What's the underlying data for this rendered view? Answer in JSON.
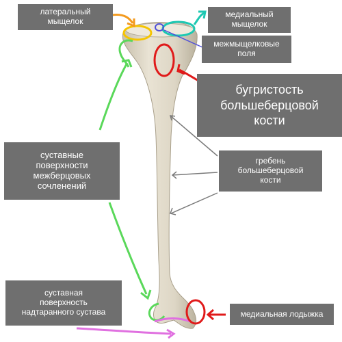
{
  "labels": {
    "lateral_condyle": "латеральный\nмыщелок",
    "medial_condyle": "медиальный\nмыщелок",
    "intercondylar_fields": "межмыщелковые\nполя",
    "tibial_tuberosity": "бугристость\nбольшеберцовой\nкости",
    "tibial_crest": "гребень\nбольшеберцовой\nкости",
    "interosseous_surfaces": "суставные\nповерхности\nмежберцовых\nсочленений",
    "talar_surface": "суставная\nповерхность\nнадтаранного сустава",
    "medial_malleolus": "медиальная лодыжка"
  },
  "colors": {
    "label_bg": "#6f6f6f",
    "label_text": "#ffffff",
    "bone": "#ddd6c5",
    "yellow": "#f5c400",
    "orange": "#f39a1e",
    "cyan": "#1ec8b2",
    "purple_blue": "#4f4fd9",
    "red": "#e01a1a",
    "green": "#5ad85a",
    "magenta": "#e070e0",
    "gray_arrow": "#7a7a7a"
  }
}
